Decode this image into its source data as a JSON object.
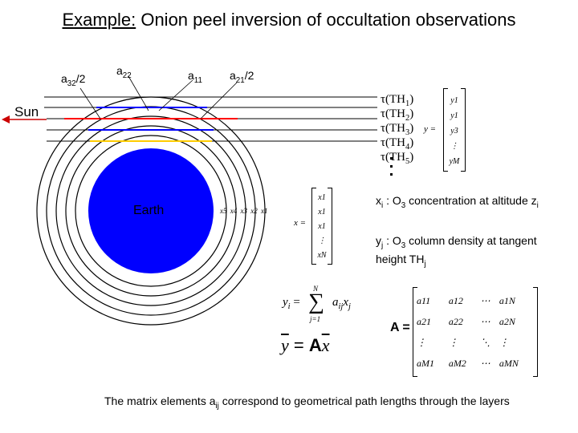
{
  "title": {
    "prefix": "Example:",
    "rest": " Onion peel inversion of occultation observations"
  },
  "labels": {
    "a32": "a",
    "a32_sub": "32",
    "a32_tail": "/2",
    "a22": "a",
    "a22_sub": "22",
    "a11": "a",
    "a11_sub": "11",
    "a21": "a",
    "a21_sub": "21",
    "a21_tail": "/2",
    "sun": "Sun",
    "earth": "Earth",
    "shells": [
      "x5",
      "x4",
      "x3",
      "x2",
      "x1"
    ]
  },
  "tau": [
    {
      "t": "τ(TH",
      "s": "1",
      "e": ")"
    },
    {
      "t": "τ(TH",
      "s": "2",
      "e": ")"
    },
    {
      "t": "τ(TH",
      "s": "3",
      "e": ")"
    },
    {
      "t": "τ(TH",
      "s": "4",
      "e": ")"
    },
    {
      "t": "τ(TH",
      "s": "5",
      "e": ")"
    }
  ],
  "y_vector": {
    "lhs": "y =",
    "entries": [
      "y1",
      "y1",
      "y3",
      "⋮",
      "yM"
    ]
  },
  "x_vector": {
    "lhs": "x =",
    "entries": [
      "x1",
      "x1",
      "x1",
      "⋮",
      "xN"
    ]
  },
  "xi_desc": {
    "a": "x",
    "b": "i",
    "c": " : O",
    "d": "3",
    "e": " concentration at altitude z",
    "f": "i"
  },
  "yj_desc": {
    "a": "y",
    "b": "j",
    "c": " : O",
    "d": "3",
    "e": " column density at tangent height TH",
    "f": "j"
  },
  "sum_formula": {
    "lhs": "y",
    "lhs_sub": "i",
    "eq": " = ",
    "sum": "∑",
    "top": "N",
    "bottom": "j=1",
    "rhs": "a",
    "rhs_sub": "ij",
    "x": "x",
    "x_sub": "j"
  },
  "vec_formula": {
    "y": "y",
    "eq": " = ",
    "A": "A",
    "x": "x"
  },
  "matrix": {
    "lhs": "A =",
    "rows": [
      [
        "a11",
        "a12",
        "⋯",
        "a1N"
      ],
      [
        "a21",
        "a22",
        "⋯",
        "a2N"
      ],
      [
        "⋮",
        "⋮",
        "⋱",
        "⋮"
      ],
      [
        "aM1",
        "aM2",
        "⋯",
        "aMN"
      ]
    ]
  },
  "footer": {
    "a": "The matrix elements a",
    "b": "ij",
    "c": " correspond to geometrical path lengths through the layers"
  },
  "colors": {
    "earth": "#0000ff",
    "ray_red": "#ff0000",
    "ray_blue": "#0000ff",
    "ray_yellow": "#ffcc00",
    "ray_black": "#000000"
  }
}
